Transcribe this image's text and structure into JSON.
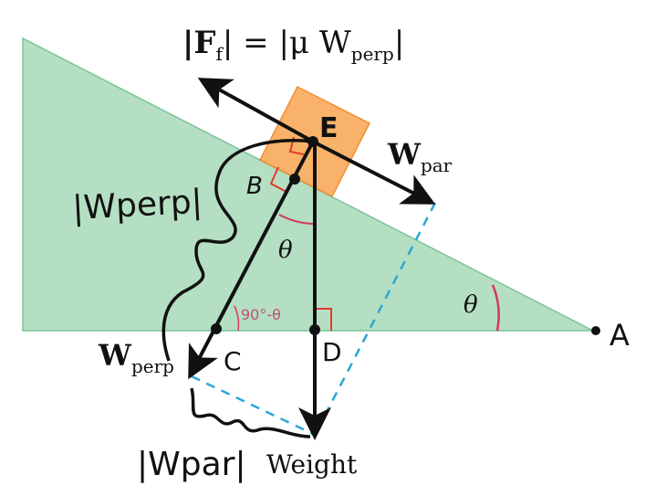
{
  "title": {
    "lhs": "|F",
    "lhs_sub": "f",
    "eq": "| = |μ W",
    "rhs_sub": "perp",
    "end": "|"
  },
  "labels": {
    "w_par": "W",
    "w_par_sub": "par",
    "w_perp": "W",
    "w_perp_sub": "perp",
    "weight": "Weight",
    "theta": "θ",
    "angle_note": "90°-θ",
    "perp_note": "|Wperp|",
    "par_note": "|Wpar|"
  },
  "points": {
    "a": "A",
    "b": "B",
    "c": "C",
    "d": "D",
    "e": "E"
  },
  "colors": {
    "incline": "#b4dfc2",
    "block": "#f9ae62",
    "dashed": "#2aa6d6",
    "angle": "#d6375c"
  }
}
